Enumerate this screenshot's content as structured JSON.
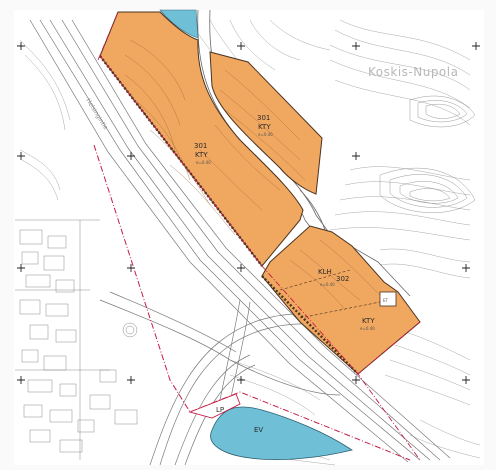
{
  "map": {
    "place_name": "Koskis-Nupola",
    "road_name": "Helsingintie",
    "colors": {
      "zone_fill": "#f0a760",
      "zone_outline": "#5a4530",
      "water_fill": "#6fbfd7",
      "plan_boundary": "#c41e45",
      "contour": "#9a9a9a",
      "road_line": "#7a7a7a"
    },
    "zones": [
      {
        "id": "301",
        "code": "KTY",
        "elev": "e=0.40",
        "fill": "orange",
        "label_id": "zone-301-label"
      },
      {
        "id": "301",
        "code": "KTY",
        "elev": "e=0.40",
        "fill": "orange",
        "label_id": "zone-301-north-label"
      },
      {
        "id": "302",
        "code": "KLH",
        "elev": "e=0.40",
        "fill": "orange",
        "label_id": "zone-302-label"
      },
      {
        "id": "",
        "code": "KTY",
        "elev": "e=0.40",
        "fill": "orange",
        "label_id": "zone-kty-south-label"
      }
    ],
    "small_areas": [
      {
        "code": "LP"
      },
      {
        "code": "EV"
      },
      {
        "code": "ET"
      }
    ],
    "icons": [
      "crosshair-marker-icon"
    ]
  }
}
